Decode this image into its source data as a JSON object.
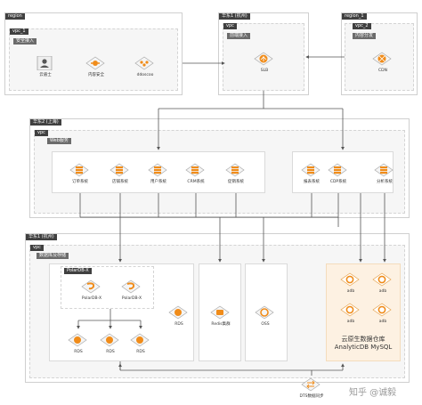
{
  "tags": {
    "region_a": "region",
    "vpc_a": "vpc_1",
    "sub_a": "安全接入",
    "region_b": "华东1 (杭州)",
    "vpc_b": "vpc",
    "sub_b": "前端接入",
    "region_c": "region_1",
    "vpc_c": "vpc_2",
    "sub_c": "内容分发",
    "region_d": "华东2 (上海)",
    "vpc_d": "vpc",
    "sub_d": "Web服务",
    "region_e": "华东1 (杭州)",
    "vpc_e": "vpc",
    "sub_e": "数据库及存储",
    "polardb": "PolarDB-X"
  },
  "nodes": {
    "yundunshi": "云盾士",
    "neirong": "内容安全",
    "ddos": "ddoscoo",
    "slb": "SLB",
    "cdn": "CDN",
    "web1": "订单系统",
    "web2": "店铺系统",
    "web3": "用户系统",
    "web4": "CRM系统",
    "web5": "促销系统",
    "web6": "报表系统",
    "web7": "CDP系统",
    "web8": "分析系统",
    "pdx1": "PolarDB-X",
    "pdx2": "PolarDB-X",
    "rds1": "RDS",
    "rds2": "RDS",
    "rds3": "RDS",
    "rds4": "RDS",
    "redis": "Redis集群",
    "oss": "OSS",
    "adb1": "adb",
    "adb2": "adb",
    "adb3": "adb",
    "adb4": "adb",
    "dts": "DTS数据同步"
  },
  "adb_title_1": "云原生数据仓库",
  "adb_title_2": "AnalyticDB MySQL",
  "watermark": "知乎 @诚毅",
  "colors": {
    "orange": "#f08c1a",
    "grey_icon": "#9a9a9a",
    "line": "#555555"
  }
}
